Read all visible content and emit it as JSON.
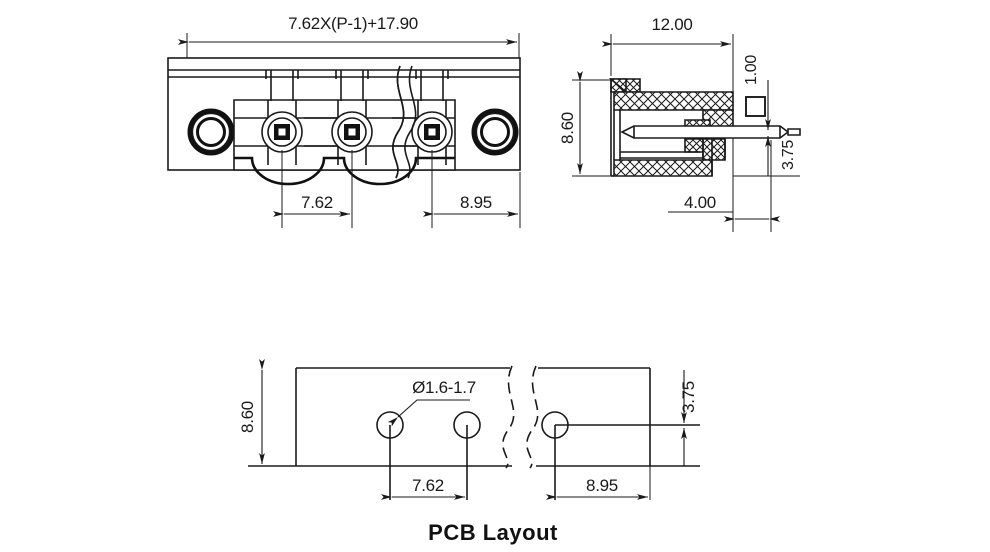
{
  "drawing": {
    "kind": "engineering-dimension-drawing",
    "subject": "PCB header connector, 7.62 mm pitch, vertical / straight pin",
    "background_color": "#ffffff",
    "line_color": "#1a1a1a",
    "views": [
      {
        "id": "front-view",
        "label": ""
      },
      {
        "id": "side-view",
        "label": ""
      },
      {
        "id": "pcb-layout-view",
        "label": "PCB Layout"
      }
    ]
  },
  "front_view": {
    "overall_dimension": "7.62X(P-1)+17.90",
    "pitch_dimension": "7.62",
    "edge_dimension": "8.95",
    "pin_count_shown": 3,
    "mounting_holes_shown": 2,
    "break_line": true
  },
  "side_view": {
    "depth_dimension": "12.00",
    "height_dimension": "8.60",
    "pin_section_dimension": "□1.00",
    "pin_height_dimension": "3.75",
    "tail_dimension": "4.00"
  },
  "pcb_layout": {
    "title": "PCB Layout",
    "hole_diameter": "Ø1.6-1.7",
    "row_dimension": "8.60",
    "pitch_dimension": "7.62",
    "edge_dimension": "8.95",
    "offset_dimension": "3.75",
    "holes_shown": 3,
    "break_line": true
  },
  "labels": {
    "overall": "7.62X(P-1)+17.90",
    "pitch": "7.62",
    "edge": "8.95",
    "depth": "12.00",
    "height": "8.60",
    "pin_square": "1.00",
    "pin_height": "3.75",
    "tail": "4.00",
    "hole_dia": "Ø1.6-1.7",
    "pcb_height": "8.60",
    "pcb_pitch": "7.62",
    "pcb_edge": "8.95",
    "pcb_offset": "3.75",
    "pcb_title": "PCB Layout"
  }
}
